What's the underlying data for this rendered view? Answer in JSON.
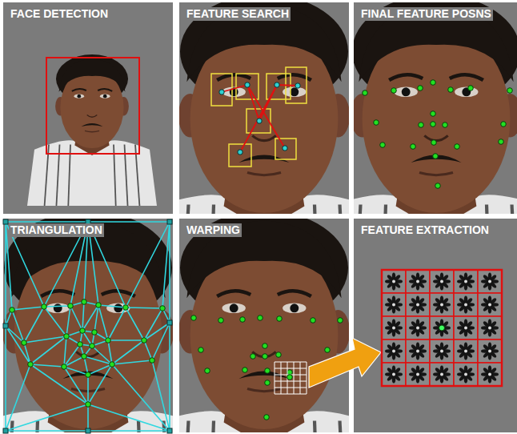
{
  "diagram": {
    "nodes": [
      {
        "text": [
          "FACE DETECTION"
        ]
      },
      {
        "text": [
          "FEATURE SEARCH"
        ]
      },
      {
        "text": [
          "FINAL FEATURE POSNS"
        ]
      },
      {
        "text": [
          "TRIANGULATION"
        ]
      },
      {
        "text": [
          "WARPING"
        ]
      },
      {
        "text": [
          "FEATURE EXTRACTION"
        ]
      }
    ]
  }
}
